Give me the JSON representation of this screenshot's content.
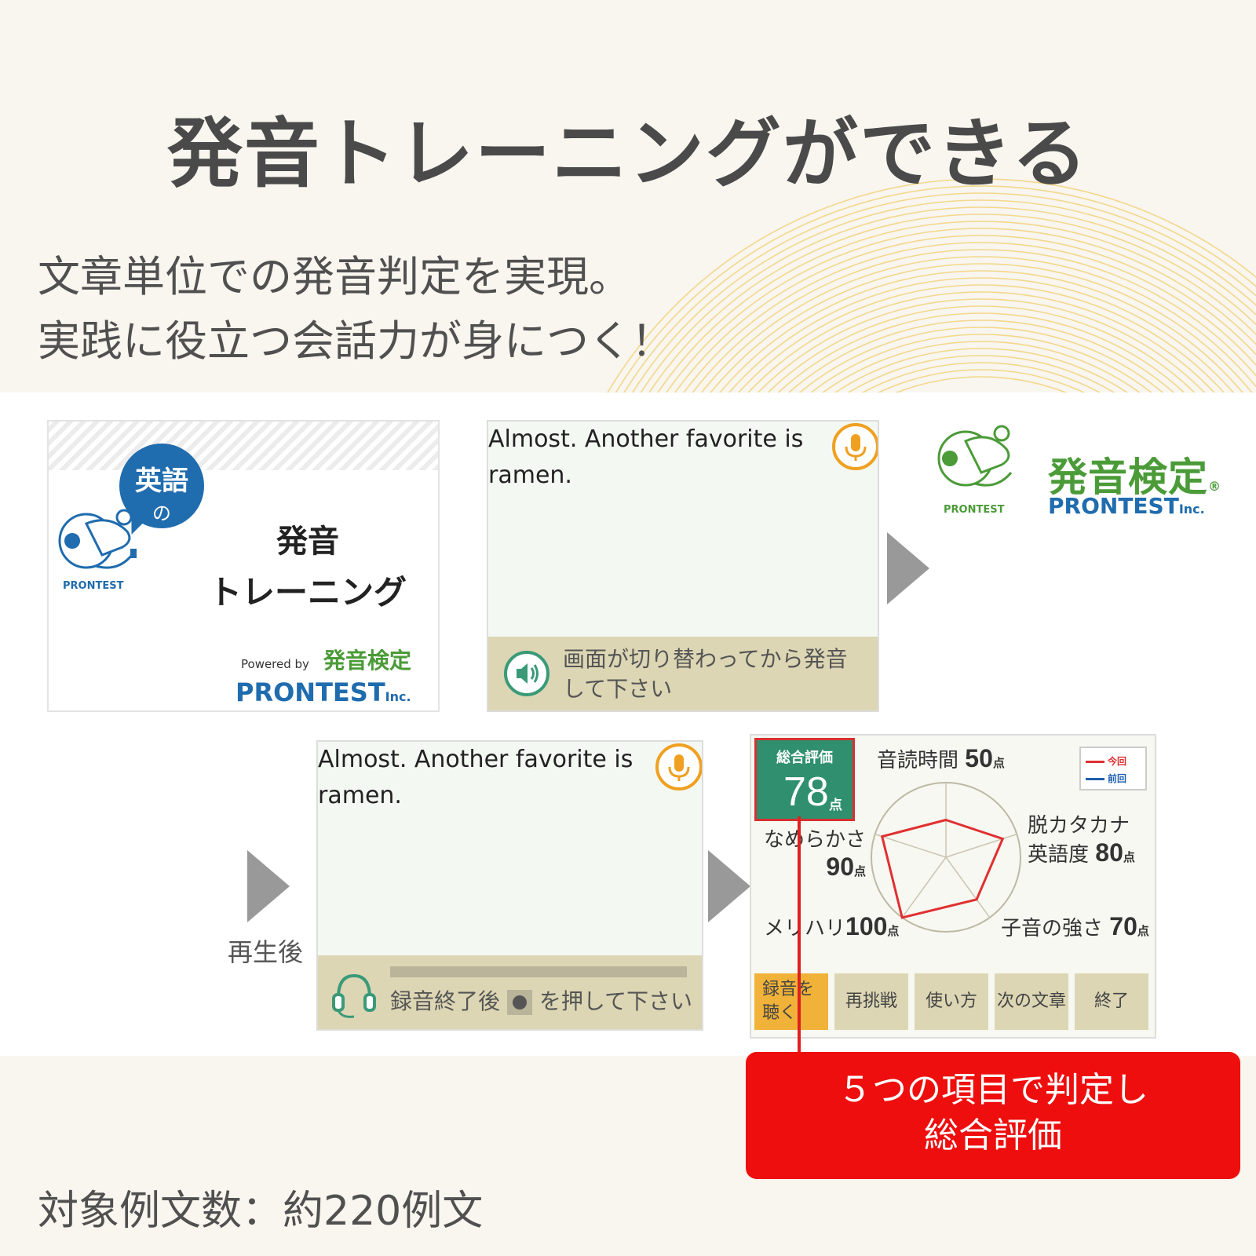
{
  "header": {
    "title": "発音トレーニングができる",
    "subtitle_line1": "文章単位での発音判定を実現。",
    "subtitle_line2": "実践に役立つ会話力が身につく！",
    "ring_color": "#f2d88a"
  },
  "panel_intro": {
    "bubble_line1": "英語",
    "bubble_line2": "の",
    "mascot_caption": "PRONTEST",
    "title_line1": "発音",
    "title_line2": "トレーニング",
    "powered_by": "Powered by",
    "brand_jp": "発音検定",
    "company": "PRONTEST",
    "company_suffix": "Inc."
  },
  "panel_prompt": {
    "sentence_line1": "Almost. Another favorite is",
    "sentence_line2": "ramen.",
    "mic_icon": "microphone-icon",
    "speaker_icon": "speaker-icon",
    "instruction_line1": "画面が切り替わってから発音",
    "instruction_line2": "して下さい"
  },
  "brand_logo": {
    "mascot_caption": "PRONTEST",
    "brand_jp": "発音検定",
    "registered": "®",
    "company": "PRONTEST",
    "company_suffix": "Inc."
  },
  "panel_recording": {
    "sentence_line1": "Almost. Another favorite is",
    "sentence_line2": "ramen.",
    "headset_icon": "headset-icon",
    "instruction_pre": "録音終了後",
    "instruction_post": "を押して下さい",
    "replay_label": "再生後"
  },
  "result": {
    "overall_label": "総合評価",
    "overall_score": "78",
    "point_unit": "点",
    "legend_current": "今回",
    "legend_previous": "前回",
    "legend_current_color": "#e03030",
    "legend_previous_color": "#2060b0",
    "criteria": [
      {
        "name": "音読時間",
        "score": "50"
      },
      {
        "name_line1": "脱カタカナ",
        "name_line2": "英語度",
        "score": "80"
      },
      {
        "name": "子音の強さ",
        "score": "70"
      },
      {
        "name": "メリハリ",
        "score": "100"
      },
      {
        "name": "なめらかさ",
        "score": "90"
      }
    ],
    "radar_values": [
      50,
      80,
      70,
      100,
      90
    ],
    "buttons": {
      "listen_line1": "録音を",
      "listen_line2": "聴く",
      "retry": "再挑戦",
      "how_to": "使い方",
      "next": "次の文章",
      "finish": "終了"
    }
  },
  "callout": {
    "line1": "５つの項目で判定し",
    "line2": "総合評価"
  },
  "footer": {
    "text": "対象例文数：約220例文"
  }
}
